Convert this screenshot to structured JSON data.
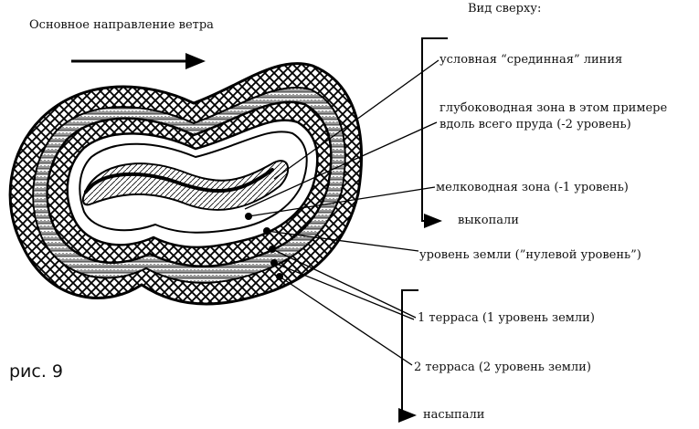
{
  "wind_label": "Основное направление ветра",
  "view_label": "Вид сверху:",
  "labels": {
    "median_line": "условная “срединная” линия",
    "deep_zone": "глубоководная зона в этом примере вдоль всего пруда (-2 уровень)",
    "shallow_zone": "мелководная зона (-1 уровень)",
    "dug": "выкопали",
    "ground_level": "уровень земли (”нулевой уровень”)",
    "terrace_1": "1 терраса (1 уровень земли)",
    "terrace_2": "2 терраса (2 уровень земли)",
    "filled": "насыпали"
  },
  "figure_caption": "рис. 9"
}
